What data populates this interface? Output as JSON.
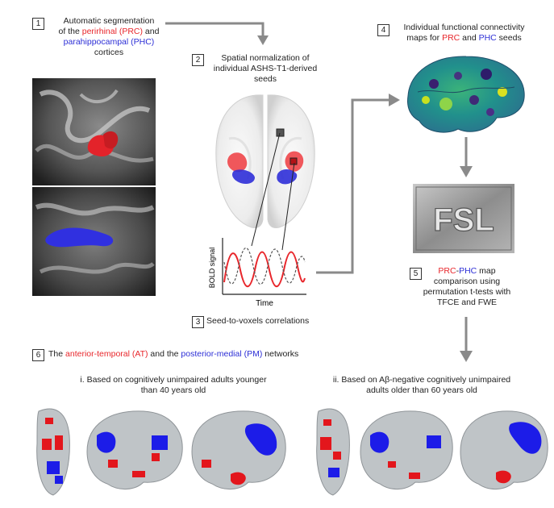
{
  "step1": {
    "num": "1",
    "line1": "Automatic segmentation",
    "line2_pre": "of the ",
    "line2_red": "perirhinal (PRC)",
    "line2_post": " and",
    "line3_blue": "parahippocampal (PHC)",
    "line4": "cortices"
  },
  "step2": {
    "num": "2",
    "line1": "Spatial normalization of",
    "line2": "individual ASHS-T1-derived",
    "line3": "seeds"
  },
  "step3": {
    "num": "3",
    "label": "Seed-to-voxels correlations",
    "ylabel": "BOLD signal",
    "xlabel": "Time"
  },
  "step4": {
    "num": "4",
    "line1": "Individual functional connectivity",
    "line2_pre": "maps for ",
    "line2_red": "PRC",
    "line2_mid": " and ",
    "line2_blue": "PHC",
    "line2_post": " seeds"
  },
  "fsl": {
    "logo_text": "FSL"
  },
  "step5": {
    "num": "5",
    "line1_red": "PRC",
    "line1_dash": "-",
    "line1_blue": "PHC",
    "line1_post": " map",
    "line2": "comparison using",
    "line3": "permutation t-tests with",
    "line4": "TFCE and FWE"
  },
  "step6": {
    "num": "6",
    "pre": "The ",
    "red": "anterior-temporal (AT)",
    "mid": " and the ",
    "blue": "posterior-medial (PM)",
    "post": " networks"
  },
  "groups": {
    "i_line1": "i. Based on cognitively unimpaired adults younger",
    "i_line2": "than 40 years old",
    "ii_line1": "ii. Based on Aβ-negative cognitively unimpaired",
    "ii_line2": "adults older than 60 years old"
  },
  "colors": {
    "prc": "#e8262b",
    "phc": "#2d2fd6",
    "arrow": "#8a8a8a"
  }
}
